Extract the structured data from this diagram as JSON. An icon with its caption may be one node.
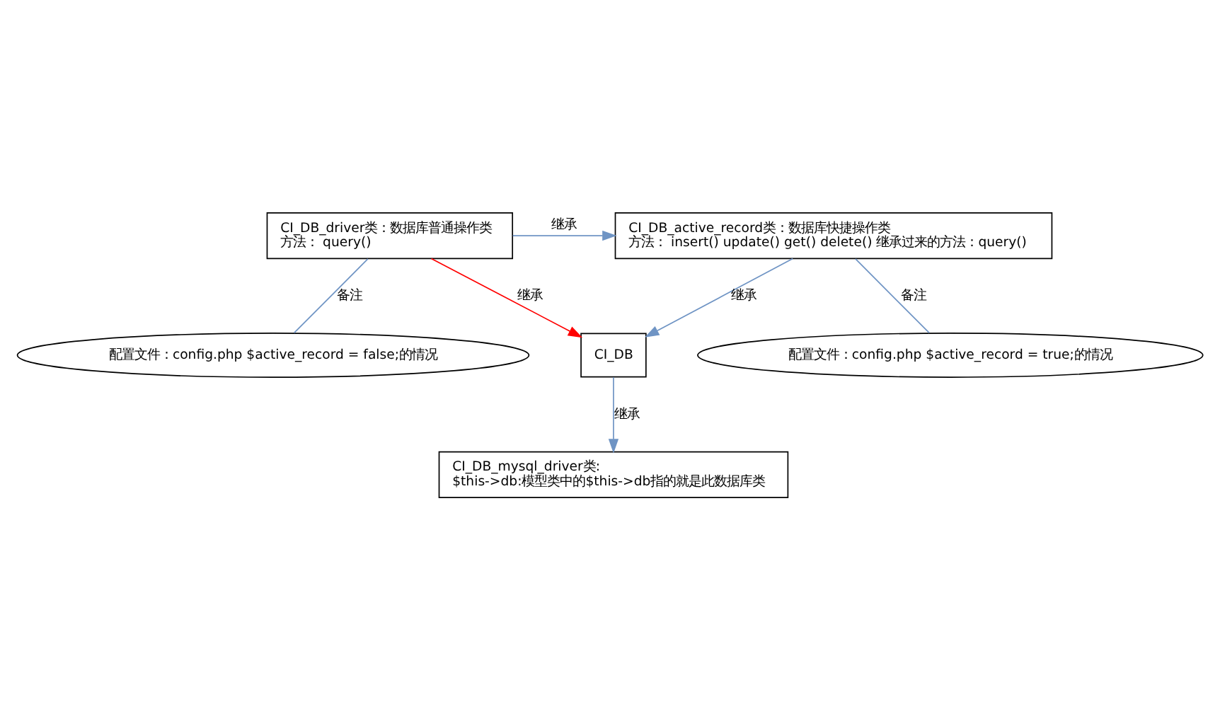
{
  "diagram": {
    "nodes": [
      {
        "text": [
          "CI_DB_driver类：数据库普通操作类",
          "方法： query()"
        ]
      },
      {
        "text": [
          "CI_DB_active_record类：数据库快捷操作类",
          "方法： insert() update() get() delete() 继承过来的方法：query()"
        ]
      },
      {
        "text": [
          "配置文件：config.php $active_record = false;的情况"
        ]
      },
      {
        "text": [
          "CI_DB"
        ]
      },
      {
        "text": [
          "配置文件：config.php $active_record = true;的情况"
        ]
      },
      {
        "text": [
          "CI_DB_mysql_driver类:",
          "$this->db:模型类中的$this->db指的就是此数据库类"
        ]
      }
    ],
    "edges": [
      {
        "from": 0,
        "to": 1,
        "arrow": "to",
        "label": "继承"
      },
      {
        "from": 0,
        "to": 2,
        "arrow": "none",
        "label": "备注"
      },
      {
        "from": 0,
        "to": 3,
        "arrow": "to",
        "label": "继承",
        "color": "#ff0000"
      },
      {
        "from": 1,
        "to": 3,
        "arrow": "to",
        "label": "继承"
      },
      {
        "from": 1,
        "to": 4,
        "arrow": "none",
        "label": "备注"
      },
      {
        "from": 3,
        "to": 5,
        "arrow": "to",
        "label": "继承"
      }
    ]
  }
}
